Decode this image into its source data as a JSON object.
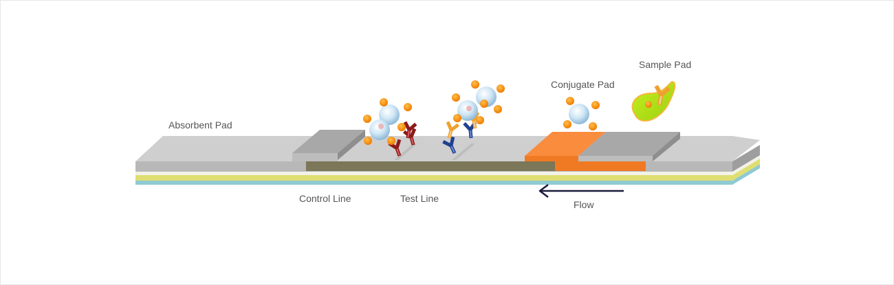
{
  "labels": {
    "absorbent_pad": "Absorbent Pad",
    "control_line": "Control Line",
    "test_line": "Test Line",
    "conjugate_pad": "Conjugate Pad",
    "sample_pad": "Sample Pad",
    "flow": "Flow"
  },
  "colors": {
    "strip_top": "#cfcfcf",
    "strip_front": "#b8b8b8",
    "pad_top": "#aaaaaa",
    "pad_side": "#c4c4c4",
    "nitrocellulose_band": "#7b7758",
    "conjugate_top": "#fa8c3e",
    "conjugate_front": "#f07a24",
    "yellow_layer": "#dede72",
    "blue_layer": "#8fcad3",
    "particle": "#f7931e",
    "bead": "#bcdcef",
    "antibody_control": "#8b1a1a",
    "antibody_test": "#1f3f8f",
    "antibody_conjugate": "#f0a030",
    "sample_blob": "#b4e61a",
    "arrow": "#1a1a3a"
  },
  "icons": {
    "flow_arrow": "arrow-left-icon"
  }
}
